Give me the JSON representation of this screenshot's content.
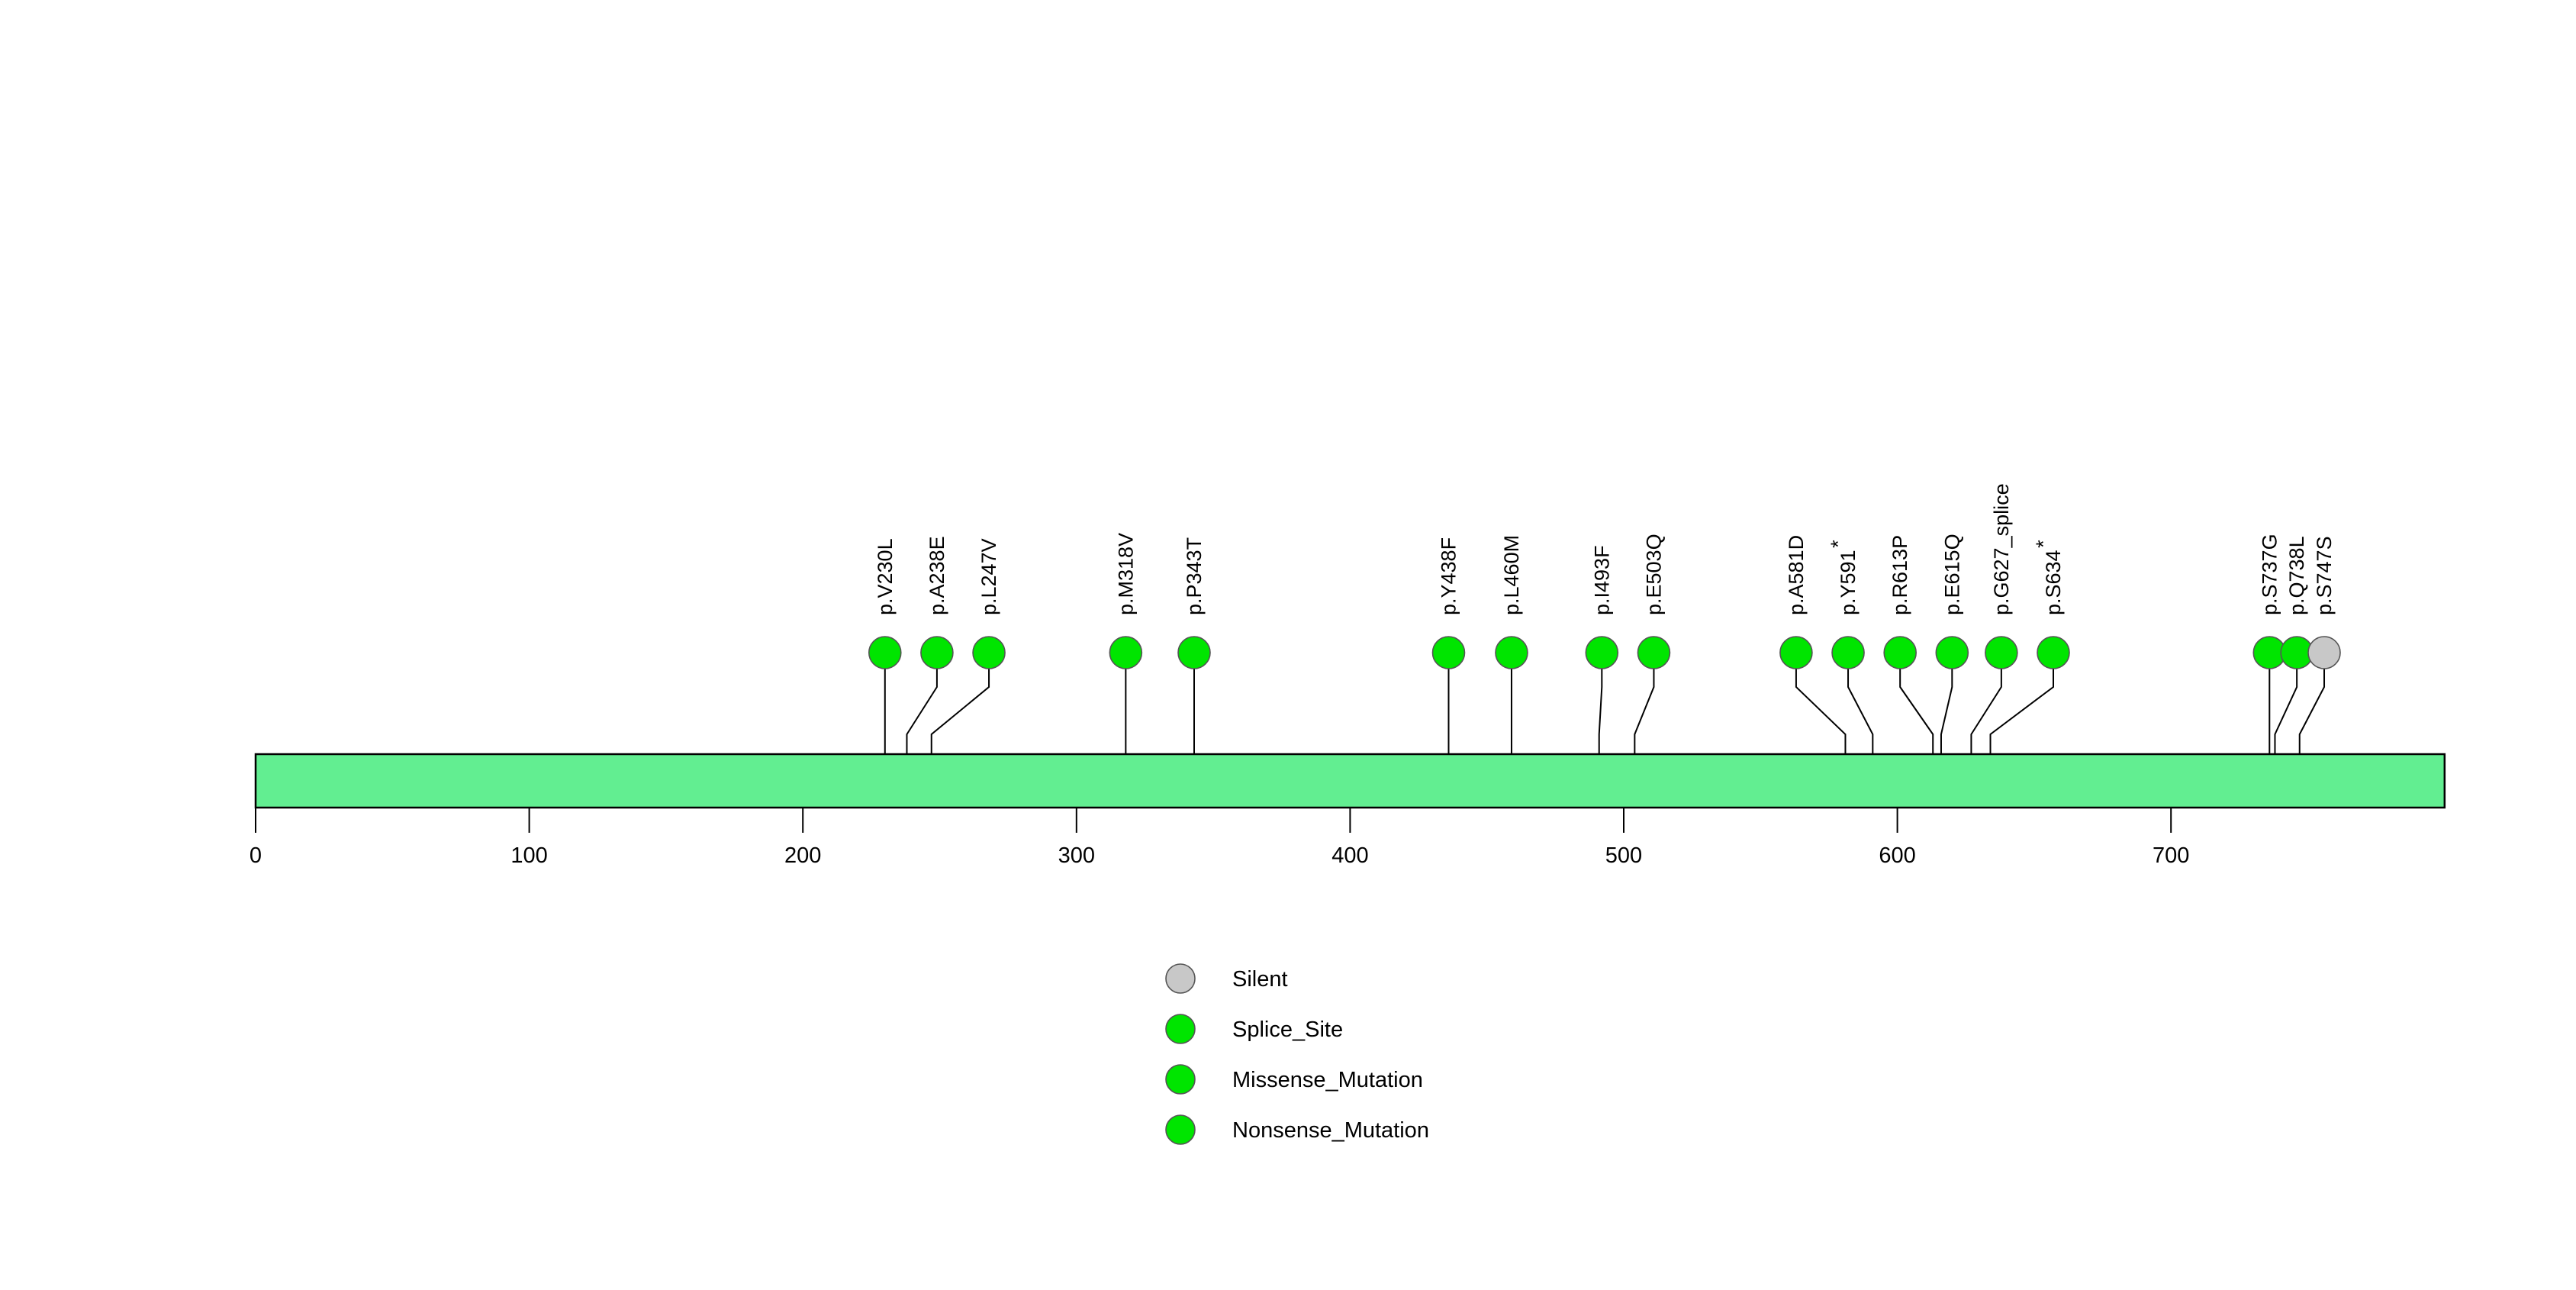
{
  "chart_data": {
    "type": "lollipop",
    "title": "",
    "xlabel": "",
    "ylabel": "",
    "xlim": [
      0,
      800
    ],
    "grid": false,
    "legend_position": "bottom-center",
    "protein_track": {
      "start": 0,
      "end": 800,
      "color": "#62EE91",
      "border_color": "#000000"
    },
    "axis": {
      "ticks": [
        0,
        100,
        200,
        300,
        400,
        500,
        600,
        700
      ],
      "tick_labels": [
        "0",
        "100",
        "200",
        "300",
        "400",
        "500",
        "600",
        "700"
      ]
    },
    "colors": {
      "green": "#00E500",
      "grey": "#C8C8C8",
      "track_green": "#62EE91",
      "outline": "#000000"
    },
    "mutations": [
      {
        "label": "p.V230L",
        "position": 230,
        "head_x": 230,
        "class": "Missense_Mutation",
        "color": "#00E500",
        "star": false
      },
      {
        "label": "p.A238E",
        "position": 238,
        "head_x": 249,
        "class": "Missense_Mutation",
        "color": "#00E500",
        "star": false
      },
      {
        "label": "p.L247V",
        "position": 247,
        "head_x": 268,
        "class": "Missense_Mutation",
        "color": "#00E500",
        "star": false
      },
      {
        "label": "p.M318V",
        "position": 318,
        "head_x": 318,
        "class": "Missense_Mutation",
        "color": "#00E500",
        "star": false
      },
      {
        "label": "p.P343T",
        "position": 343,
        "head_x": 343,
        "class": "Missense_Mutation",
        "color": "#00E500",
        "star": false
      },
      {
        "label": "p.Y438F",
        "position": 436,
        "head_x": 436,
        "class": "Missense_Mutation",
        "color": "#00E500",
        "star": false
      },
      {
        "label": "p.L460M",
        "position": 459,
        "head_x": 459,
        "class": "Missense_Mutation",
        "color": "#00E500",
        "star": false
      },
      {
        "label": "p.I493F",
        "position": 491,
        "head_x": 492,
        "class": "Missense_Mutation",
        "color": "#00E500",
        "star": false
      },
      {
        "label": "p.E503Q",
        "position": 504,
        "head_x": 511,
        "class": "Missense_Mutation",
        "color": "#00E500",
        "star": false
      },
      {
        "label": "p.A581D",
        "position": 581,
        "head_x": 563,
        "class": "Missense_Mutation",
        "color": "#00E500",
        "star": false
      },
      {
        "label": "p.Y591",
        "position": 591,
        "head_x": 582,
        "class": "Nonsense_Mutation",
        "color": "#00E500",
        "star": true
      },
      {
        "label": "p.R613P",
        "position": 613,
        "head_x": 601,
        "class": "Missense_Mutation",
        "color": "#00E500",
        "star": false
      },
      {
        "label": "p.E615Q",
        "position": 616,
        "head_x": 620,
        "class": "Missense_Mutation",
        "color": "#00E500",
        "star": false
      },
      {
        "label": "p.G627_splice",
        "position": 627,
        "head_x": 638,
        "class": "Splice_Site",
        "color": "#00E500",
        "star": false
      },
      {
        "label": "p.S634",
        "position": 634,
        "head_x": 657,
        "class": "Nonsense_Mutation",
        "color": "#00E500",
        "star": true
      },
      {
        "label": "p.S737G",
        "position": 736,
        "head_x": 736,
        "class": "Missense_Mutation",
        "color": "#00E500",
        "star": false
      },
      {
        "label": "p.Q738L",
        "position": 738,
        "head_x": 746,
        "class": "Missense_Mutation",
        "color": "#00E500",
        "star": false
      },
      {
        "label": "p.S747S",
        "position": 747,
        "head_x": 756,
        "class": "Silent",
        "color": "#C8C8C8",
        "star": false
      }
    ],
    "legend": [
      {
        "label": "Silent",
        "color": "#C8C8C8"
      },
      {
        "label": "Splice_Site",
        "color": "#00E500"
      },
      {
        "label": "Missense_Mutation",
        "color": "#00E500"
      },
      {
        "label": "Nonsense_Mutation",
        "color": "#00E500"
      }
    ]
  }
}
